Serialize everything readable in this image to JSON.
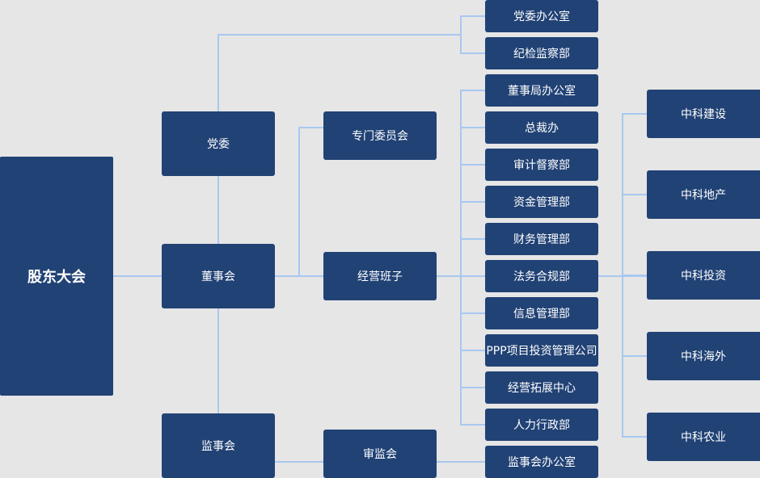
{
  "chart": {
    "root": "股东大会",
    "level1": {
      "party_committee": "党委",
      "board": "董事会",
      "supervisory_board": "监事会"
    },
    "level2": {
      "special_committee": "专门委员会",
      "management_team": "经营班子",
      "audit_committee": "审监会"
    },
    "party_departments": [
      "党委办公室",
      "纪检监察部"
    ],
    "management_departments": [
      "董事局办公室",
      "总裁办",
      "审计督察部",
      "资金管理部",
      "财务管理部",
      "法务合规部",
      "信息管理部",
      "PPP项目投资管理公司",
      "经营拓展中心",
      "人力行政部"
    ],
    "supervisory_office": "监事会办公室",
    "subsidiaries": [
      "中科建设",
      "中科地产",
      "中科投资",
      "中科海外",
      "中科农业"
    ]
  }
}
